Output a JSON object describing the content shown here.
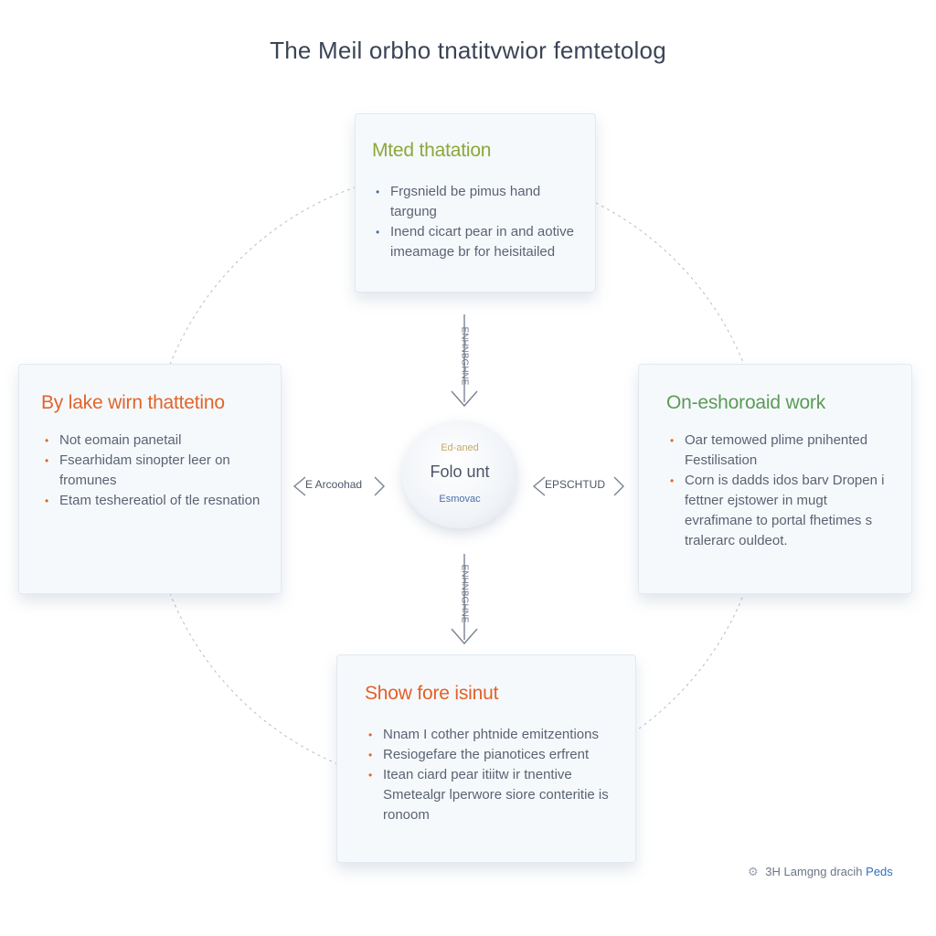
{
  "title": "The Meil orbho tnatitvwior femtetolog",
  "hub": {
    "top_text": "Ed-aned",
    "main": "Folo unt",
    "sub": "Esmovac"
  },
  "connectors": {
    "up": "ENHNBGHNE",
    "down": "ENHNBGHNE",
    "left": "E Arcoohad",
    "right": "EPSCHTUD"
  },
  "cards": {
    "top": {
      "title": "Mted thatation",
      "items": [
        "Frgsnield be pimus hand targung",
        "Inend cicart pear in and aotive imeamage br for heisitailed"
      ]
    },
    "left": {
      "title": "By lake wirn thattetino",
      "items": [
        "Not eomain panetail",
        "Fsearhidam sinopter leer on fromunes",
        "Etam teshereatiol of tle resnation"
      ]
    },
    "right": {
      "title": "On-eshoroaid work",
      "items": [
        "Oar temowed plime pnihented Festilisation",
        "Corn is dadds idos barv Dropen i fettner ejstower in mugt evrafimane to portal fhetimes s tralerarc ouldeot."
      ]
    },
    "bottom": {
      "title": "Show fore isinut",
      "items": [
        "Nnam I cother phtnide emitzentions",
        "Resiogefare the pianotices erfrent",
        "Itean ciard pear itiitw ir tnentive Smetealgr lperwore siore conteritie is ronoom"
      ]
    }
  },
  "footer": {
    "icon": "gear-icon",
    "prefix": "3H",
    "text": "Lamgng dracih",
    "brand": "Peds"
  },
  "colors": {
    "top_title": "#8aa83a",
    "left_title": "#e0652a",
    "right_title": "#5c9a58",
    "bottom_title": "#e36028",
    "accent_blue": "#2f6fc2"
  }
}
